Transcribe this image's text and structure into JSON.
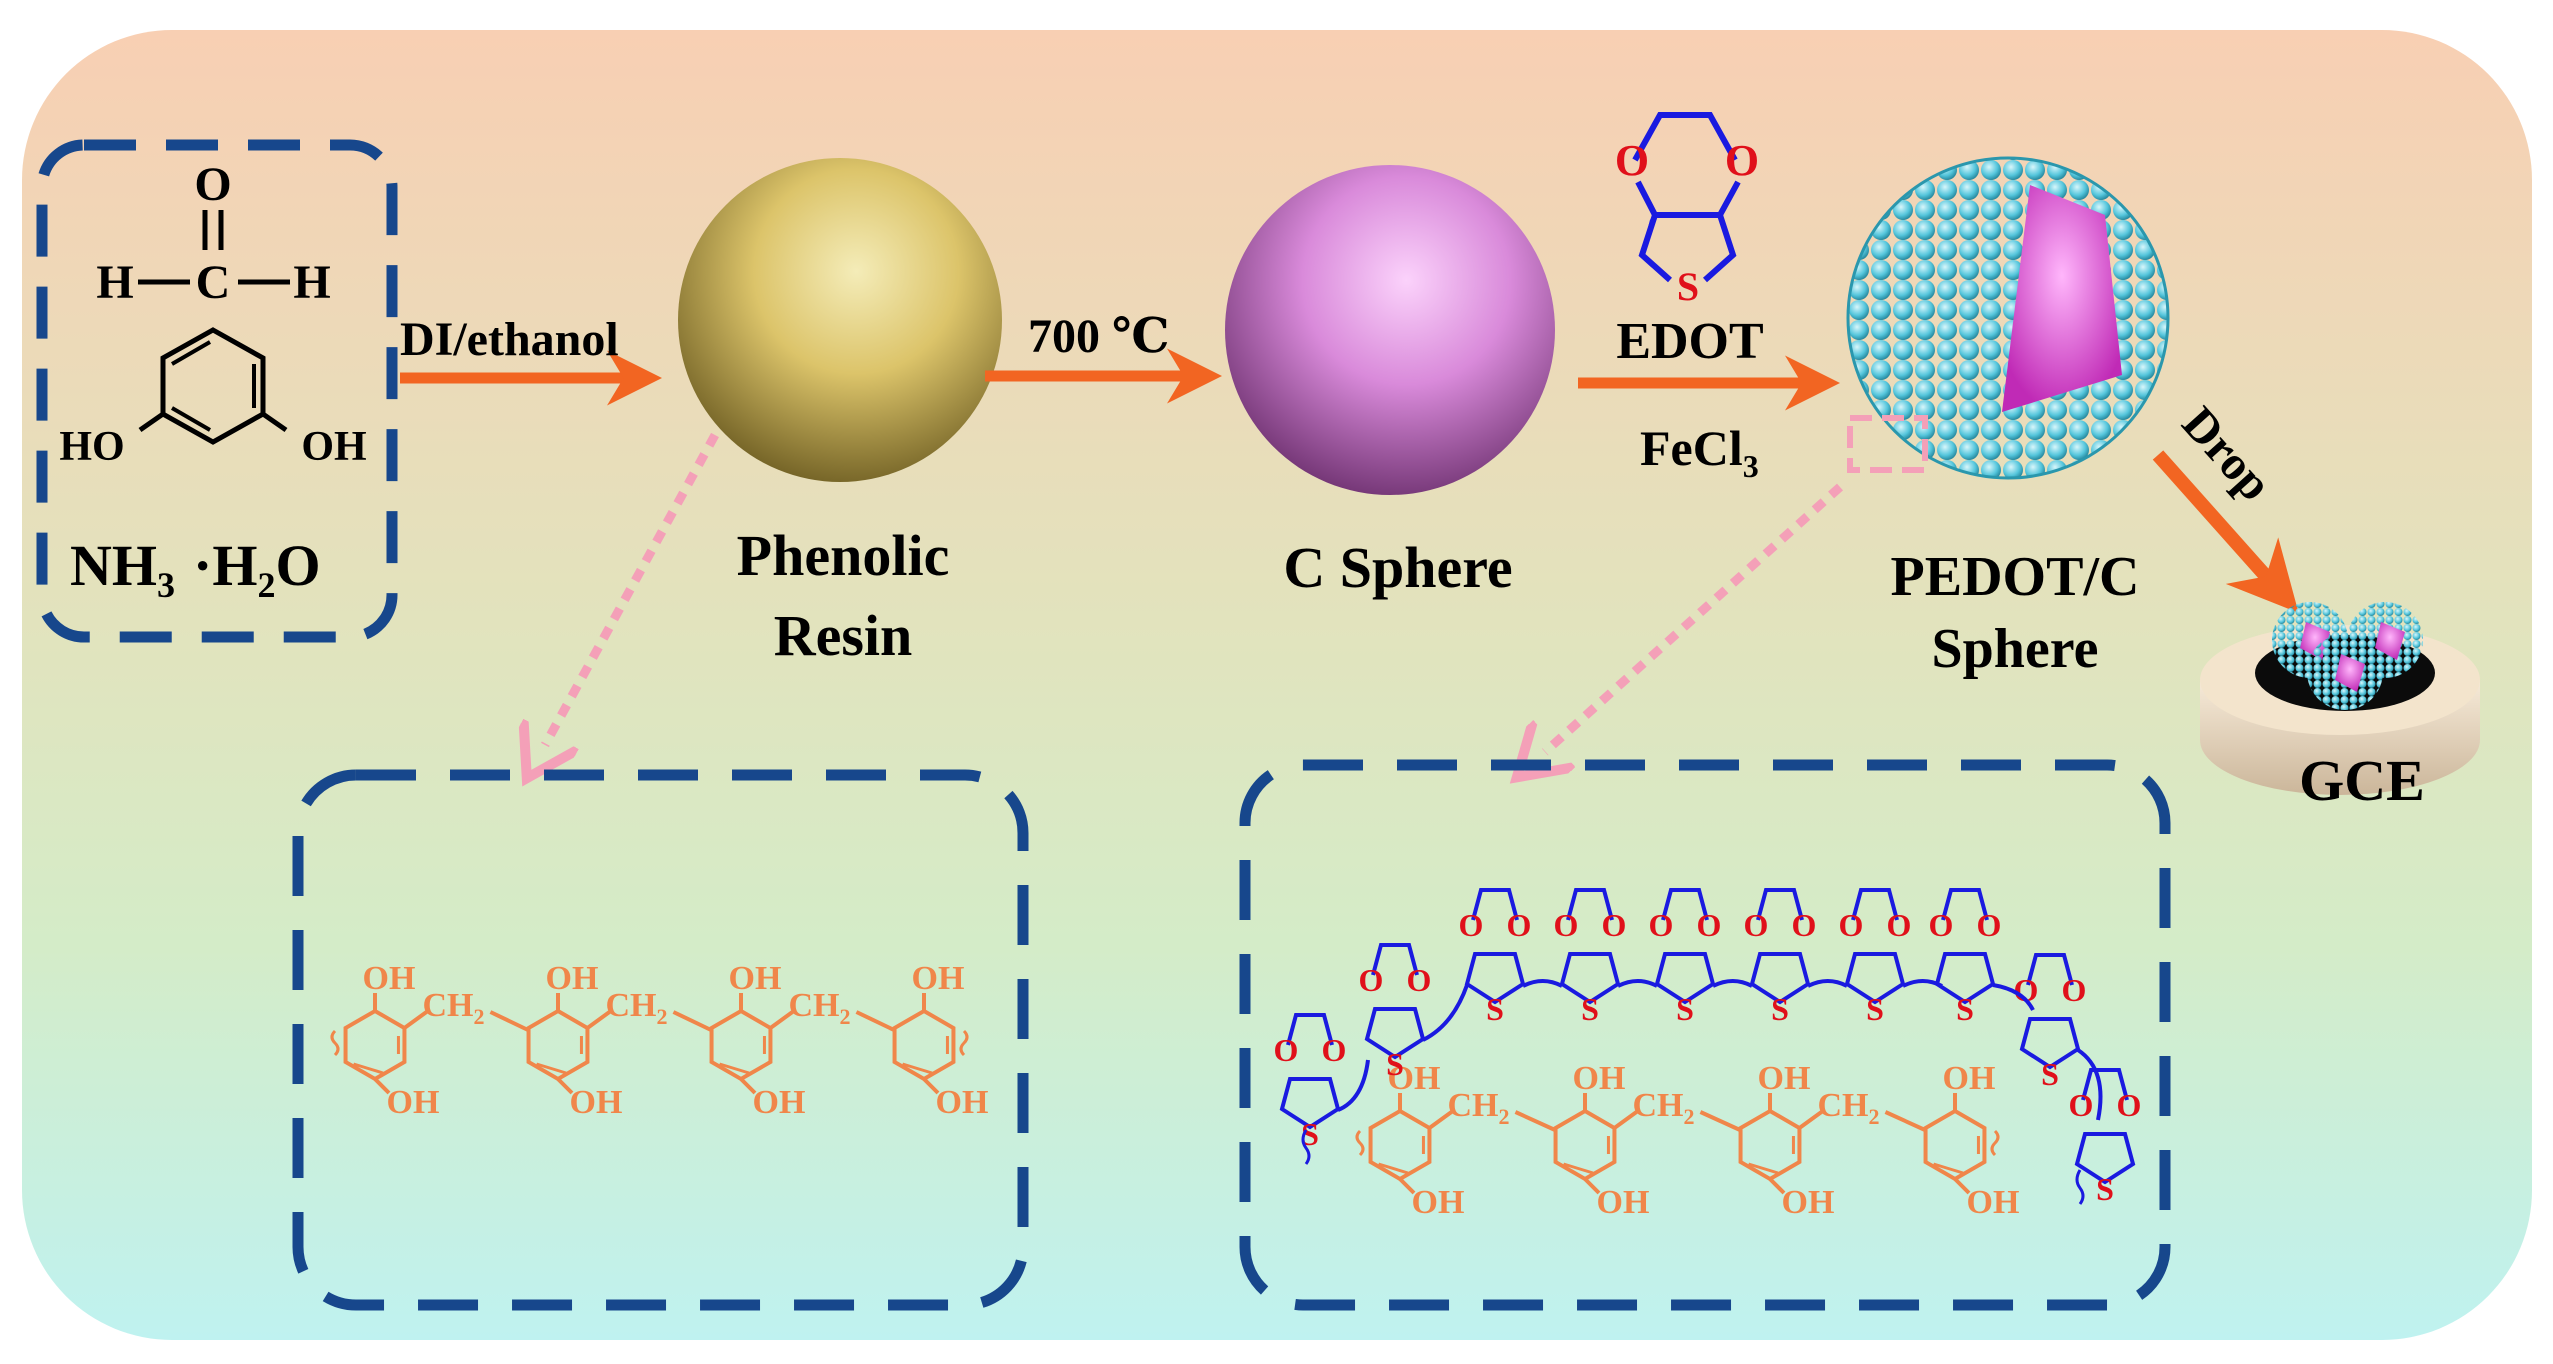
{
  "colors": {
    "panel_top": "#f8cfb3",
    "panel_mid": "#dfe6bd",
    "panel_bottom": "#bff0ee",
    "dashed_box": "#17478c",
    "arrow": "#f26522",
    "pink_arrow": "#f4a0b8",
    "phenolic_orange": "#f0864a",
    "edot_blue": "#1a1ae0",
    "edot_red": "#e0101a",
    "resin_sphere": "#d9c05c",
    "carbon_sphere": "#d77ad8",
    "pedot_bead": "#55c6dc",
    "pedot_core": "#e94be0"
  },
  "reactants": {
    "formaldehyde": {
      "O": "O",
      "C": "C",
      "H_left": "H",
      "H_right": "H"
    },
    "resorcinol": {
      "OH_left": "HO",
      "OH_right": "OH"
    },
    "ammonia_main": "NH",
    "ammonia_sub": "3",
    "ammonia_dot": "·H",
    "ammonia_sub2": "2",
    "ammonia_end": "O"
  },
  "steps": {
    "step1_label": "DI/ethanol",
    "step2_label": "700 ℃",
    "step3_top": "EDOT",
    "step3_bottom_main": "FeCl",
    "step3_bottom_sub": "3",
    "step4_label": "Drop"
  },
  "products": {
    "resin_line1": "Phenolic",
    "resin_line2": "Resin",
    "carbon": "C Sphere",
    "pedot_line1": "PEDOT/C",
    "pedot_line2": "Sphere",
    "electrode": "GCE"
  },
  "edot_molecule": {
    "O_left": "O",
    "O_right": "O",
    "S": "S"
  },
  "phenolic_chain": {
    "oh": "OH",
    "ch2": "CH",
    "ch2_sub": "2"
  },
  "pedot_chain": {
    "o": "O",
    "s": "S"
  }
}
